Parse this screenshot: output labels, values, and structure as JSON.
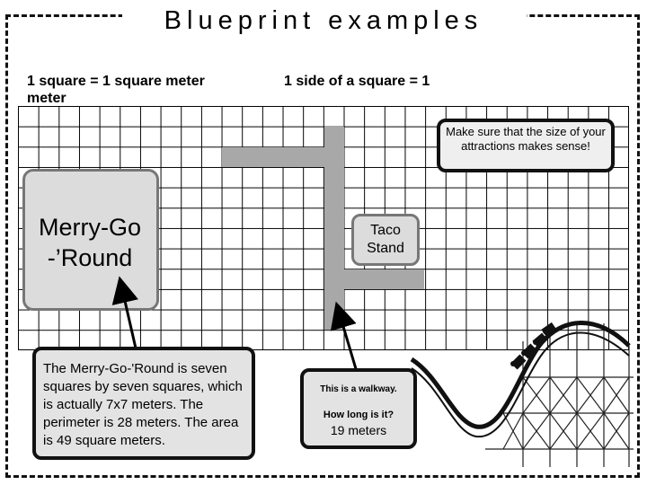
{
  "title": "Blueprint examples",
  "scale_left": "1 square = 1 square meter meter",
  "scale_right": "1 side of a square = 1",
  "tip": "Make sure that the size of your attractions makes sense!",
  "merry_go_round": {
    "label": "Merry-Go -’Round",
    "note": "The Merry-Go-'Round is seven squares by seven squares, which is actually 7x7 meters. The perimeter is 28 meters. The area is 49 square meters."
  },
  "taco_stand": {
    "label": "Taco Stand"
  },
  "walkway": {
    "note": "This is a walkway.",
    "question": "How long is it?",
    "answer": "19 meters"
  }
}
